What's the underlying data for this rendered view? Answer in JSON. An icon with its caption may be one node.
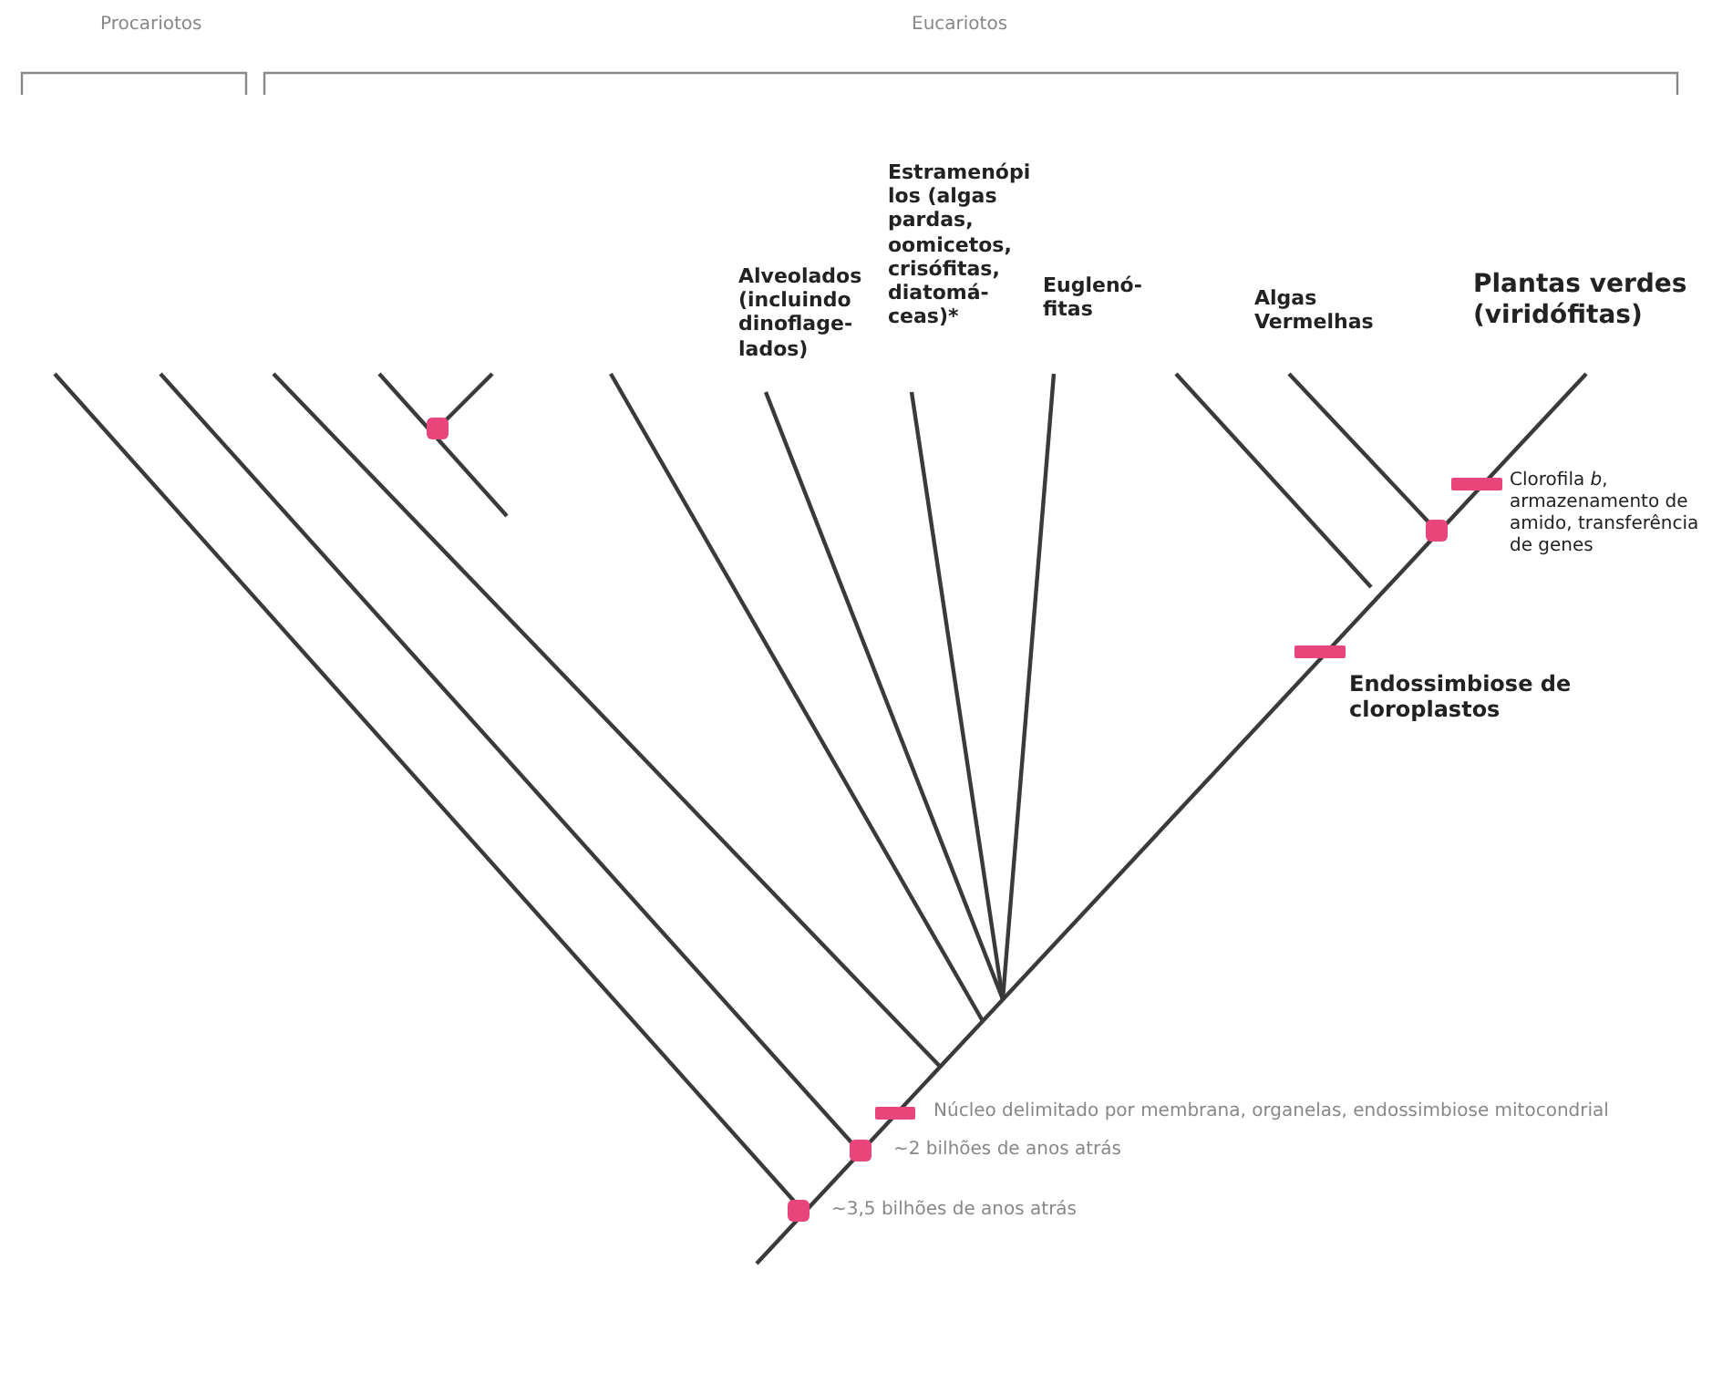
{
  "diagram": {
    "labels": [
      "Procariotos",
      "Eucariotos",
      "Alveolados (incluindo dinoflage-lados)",
      "Estramenópi los (algas pardas, oomicetos, crisófitas, diatomá-ceas)*",
      "Euglenó-fitas",
      "Algas Vermelhas",
      "Plantas verdes (viridófitas)",
      "Clorofila *b*, armazenamento de amido, transferência de genes",
      "Endossimbiose de cloroplastos",
      "Núcleo delimitado por membrana, organelas, endossimbiose mitocondrial",
      "~2 bilhões de anos atrás",
      "~3,5 bilhões de anos atrás"
    ]
  }
}
